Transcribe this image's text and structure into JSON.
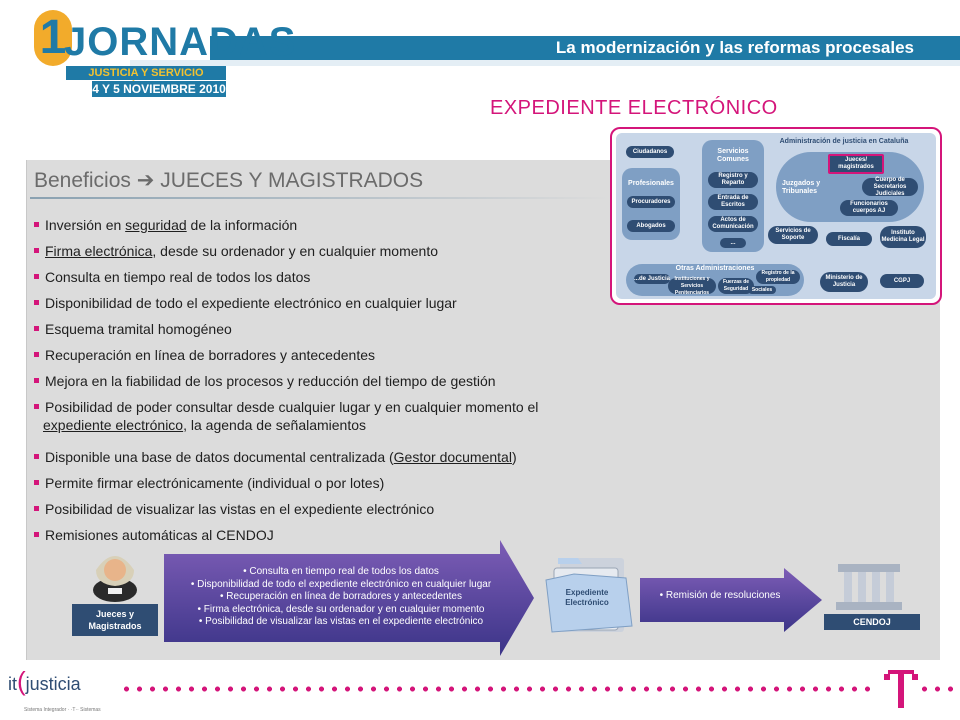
{
  "header": {
    "logo_number": "1",
    "logo_word": "JORNADAS",
    "logo_subtitle": "JUSTICIA Y SERVICIO PÚBLICO",
    "logo_dates": "4 Y 5 NOVIEMBRE 2010",
    "banner_title": "La modernización y las reformas procesales"
  },
  "section_title": "EXPEDIENTE ELECTRÓNICO",
  "benefits": {
    "title": "Beneficios",
    "arrow": "➔",
    "subject": "JUECES Y MAGISTRADOS"
  },
  "bullets": [
    {
      "pre": "Inversión en ",
      "u": "seguridad",
      "post": " de la información"
    },
    {
      "pre": "",
      "u": "Firma electrónica",
      "post": ", desde su ordenador y en cualquier momento"
    },
    {
      "pre": "Consulta en tiempo real de todos los datos",
      "u": "",
      "post": ""
    },
    {
      "pre": "Disponibilidad de todo el expediente electrónico en cualquier lugar",
      "u": "",
      "post": ""
    },
    {
      "pre": "Esquema tramital homogéneo",
      "u": "",
      "post": ""
    },
    {
      "pre": "Recuperación en línea de borradores y antecedentes",
      "u": "",
      "post": ""
    },
    {
      "pre": "Mejora en la fiabilidad de los procesos y reducción del tiempo de gestión",
      "u": "",
      "post": ""
    },
    {
      "pre": "Posibilidad de poder consultar desde cualquier lugar y en cualquier momento el",
      "u": "expediente electrónico",
      "post": ", la agenda de señalamientos"
    },
    {
      "pre": "Disponible una base de datos documental centralizada (",
      "u": "Gestor documental",
      "post": ")"
    },
    {
      "pre": "Permite firmar electrónicamente (individual o por lotes)",
      "u": "",
      "post": ""
    },
    {
      "pre": "Posibilidad de visualizar las vistas en el expediente electrónico",
      "u": "",
      "post": ""
    },
    {
      "pre": "Remisiones automáticas al CENDOJ",
      "u": "",
      "post": ""
    }
  ],
  "org": {
    "title": "Administración de justicia en Cataluña",
    "ciudadanos": "Ciudadanos",
    "profesionales": "Profesionales",
    "procuradores": "Procuradores",
    "abogados": "Abogados",
    "servicios_comunes": "Servicios Comunes",
    "registro": "Registro y Reparto",
    "entrada": "Entrada de Escritos",
    "actos": "Actos de Comunicación",
    "ellipsis": "...",
    "juzgados": "Juzgados y Tribunales",
    "jueces": "Jueces/ magistrados",
    "cuerpo": "Cuerpo de Secretarios Judiciales",
    "funcionarios": "Funcionarios cuerpos AJ",
    "servicios_soporte": "Servicios de Soporte",
    "fiscalia": "Fiscalía",
    "instituto": "Instituto Medicina Legal",
    "otras": "Otras Administraciones",
    "dejusticia": "...de Justicia",
    "instituciones": "Instituciones y Servicios Penitenciarios",
    "fuerzas": "Fuerzas de Seguridad",
    "registro_propiedad": "Registro de la propiedad",
    "sociales": "Sociales",
    "ministerio": "Ministerio de Justicia",
    "cgpj": "CGPJ"
  },
  "flow": {
    "judge_caption": "Jueces y Magistrados",
    "items": [
      "• Consulta en tiempo real de todos los datos",
      "• Disponibilidad de todo el expediente electrónico en cualquier lugar",
      "• Recuperación en línea de borradores y antecedentes",
      "• Firma electrónica, desde su ordenador y en cualquier momento",
      "• Posibilidad de visualizar las vistas en el expediente electrónico"
    ],
    "folder_label": "Expediente Electrónico",
    "remision": "• Remisión de resoluciones",
    "cendoj_caption": "CENDOJ"
  },
  "footer": {
    "logo_it": "it",
    "logo_c": "(",
    "logo_justicia": "justicia",
    "tagline": "Sistema Integrador · ·T·· Sistemas"
  },
  "colors": {
    "accent": "#d4157a",
    "brand_blue": "#1f7aa6",
    "navy": "#2f4d73",
    "logo_yellow": "#f2ab2b",
    "panel_grey": "#dcdcdc"
  }
}
